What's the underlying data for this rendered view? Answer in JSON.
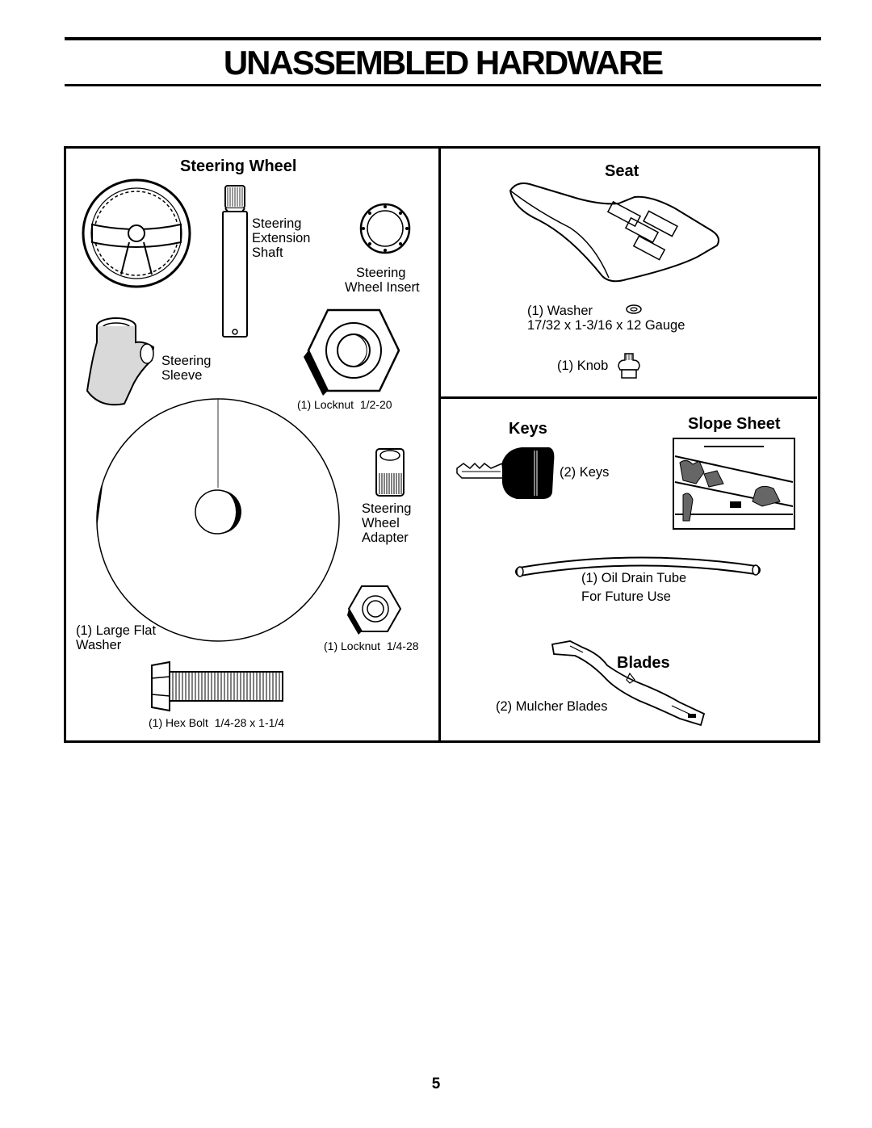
{
  "page": {
    "title": "UNASSEMBLED HARDWARE",
    "page_number": "5"
  },
  "steering_wheel_section": {
    "heading": "Steering Wheel",
    "extension_shaft": [
      "Steering",
      "Extension",
      "Shaft"
    ],
    "wheel_insert": [
      "Steering",
      "Wheel Insert"
    ],
    "sleeve": [
      "Steering",
      "Sleeve"
    ],
    "locknut_large": "(1) Locknut  1/2-20",
    "wheel_adapter": [
      "Steering",
      "Wheel",
      "Adapter"
    ],
    "large_flat_washer": [
      "(1) Large Flat",
      "Washer"
    ],
    "locknut_small": "(1) Locknut  1/4-28",
    "hex_bolt": "(1) Hex Bolt  1/4-28 x 1-1/4"
  },
  "seat_section": {
    "heading": "Seat",
    "washer": "(1) Washer",
    "washer_spec": "17/32 x 1-3/16 x 12 Gauge",
    "knob": "(1) Knob"
  },
  "keys_section": {
    "heading": "Keys",
    "keys": "(2) Keys"
  },
  "slope_sheet_section": {
    "heading": "Slope Sheet"
  },
  "oil_drain_tube": [
    "(1) Oil Drain Tube",
    "For Future Use"
  ],
  "blades_section": {
    "heading": "Blades",
    "mulcher_blades": "(2) Mulcher Blades"
  }
}
